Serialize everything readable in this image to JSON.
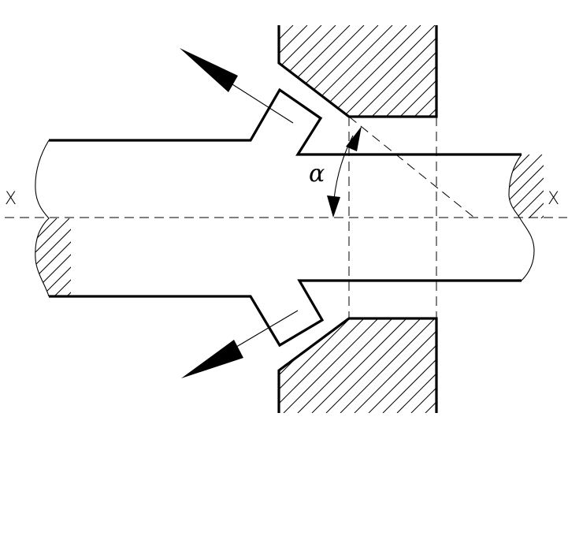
{
  "labels": {
    "axis_left": "X",
    "axis_right": "X",
    "angle": "α"
  },
  "colors": {
    "line": "#000000",
    "background": "#ffffff"
  }
}
